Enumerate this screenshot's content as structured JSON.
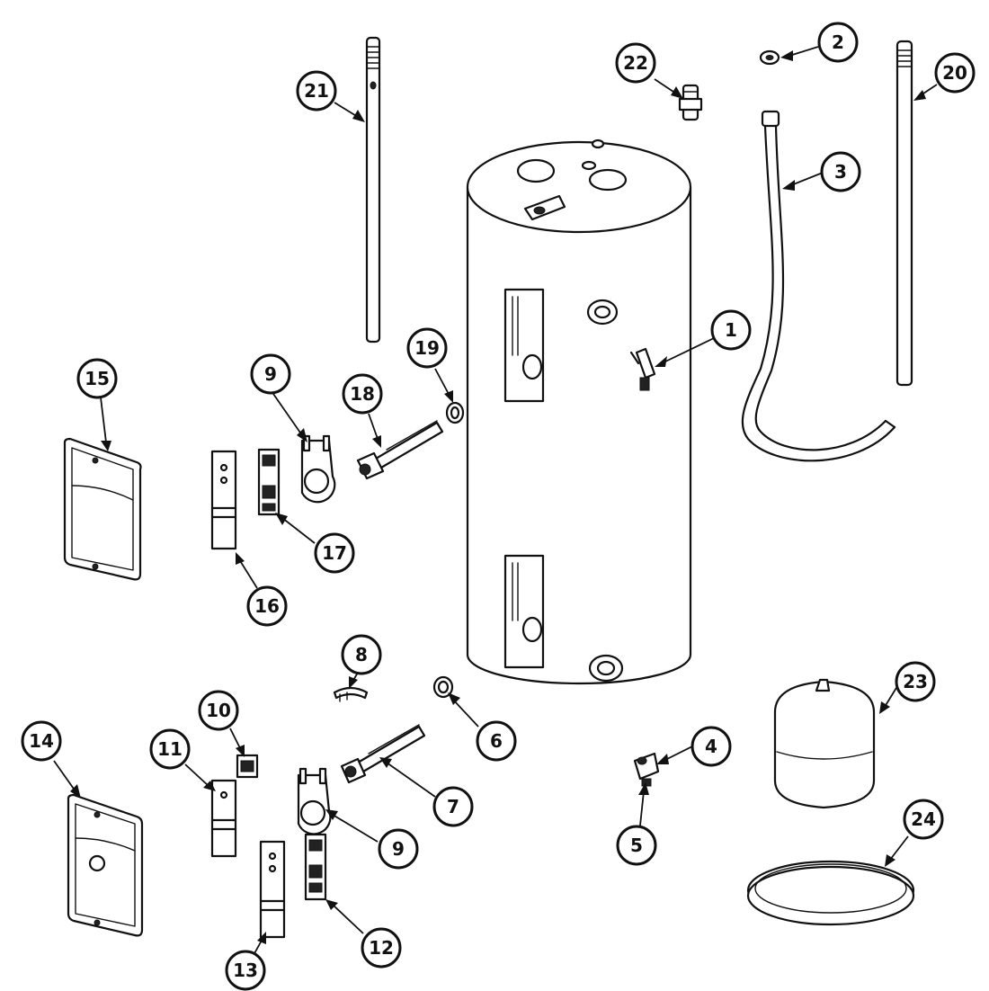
{
  "callouts": [
    {
      "id": "1"
    },
    {
      "id": "2"
    },
    {
      "id": "3"
    },
    {
      "id": "4"
    },
    {
      "id": "5"
    },
    {
      "id": "6"
    },
    {
      "id": "7"
    },
    {
      "id": "8"
    },
    {
      "id": "9"
    },
    {
      "id": "9"
    },
    {
      "id": "10"
    },
    {
      "id": "11"
    },
    {
      "id": "12"
    },
    {
      "id": "13"
    },
    {
      "id": "14"
    },
    {
      "id": "15"
    },
    {
      "id": "16"
    },
    {
      "id": "17"
    },
    {
      "id": "18"
    },
    {
      "id": "19"
    },
    {
      "id": "20"
    },
    {
      "id": "21"
    },
    {
      "id": "22"
    },
    {
      "id": "23"
    },
    {
      "id": "24"
    }
  ]
}
